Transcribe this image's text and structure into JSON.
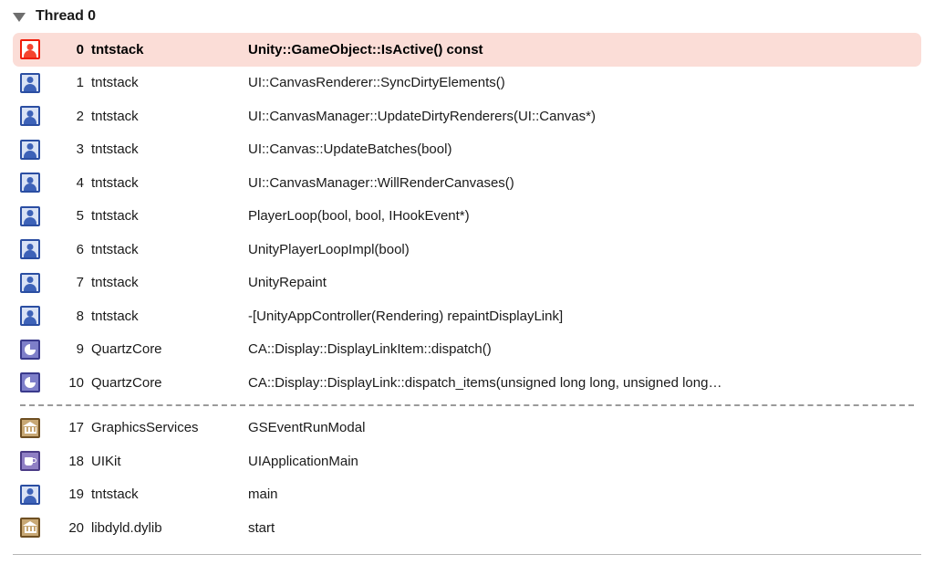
{
  "thread": {
    "disclosure_state": "expanded",
    "title": "Thread 0"
  },
  "colors": {
    "selected_row_background": "#fbddd7",
    "crashed_icon_border": "#f01d0a",
    "app_icon_border": "#2b4ea2",
    "uikit_icon_background": "#8f7fc4",
    "system_icon_background": "#c8a874",
    "separator": "#9a9a9a",
    "bottom_rule": "#b6b6b6"
  },
  "frames": [
    {
      "icon": "person-red-icon",
      "index": "0",
      "library": "tntstack",
      "function": "Unity::GameObject::IsActive() const",
      "selected": true
    },
    {
      "icon": "person-blue-icon",
      "index": "1",
      "library": "tntstack",
      "function": "UI::CanvasRenderer::SyncDirtyElements()",
      "selected": false
    },
    {
      "icon": "person-blue-icon",
      "index": "2",
      "library": "tntstack",
      "function": "UI::CanvasManager::UpdateDirtyRenderers(UI::Canvas*)",
      "selected": false
    },
    {
      "icon": "person-blue-icon",
      "index": "3",
      "library": "tntstack",
      "function": "UI::Canvas::UpdateBatches(bool)",
      "selected": false
    },
    {
      "icon": "person-blue-icon",
      "index": "4",
      "library": "tntstack",
      "function": "UI::CanvasManager::WillRenderCanvases()",
      "selected": false
    },
    {
      "icon": "person-blue-icon",
      "index": "5",
      "library": "tntstack",
      "function": "PlayerLoop(bool, bool, IHookEvent*)",
      "selected": false
    },
    {
      "icon": "person-blue-icon",
      "index": "6",
      "library": "tntstack",
      "function": "UnityPlayerLoopImpl(bool)",
      "selected": false
    },
    {
      "icon": "person-blue-icon",
      "index": "7",
      "library": "tntstack",
      "function": "UnityRepaint",
      "selected": false
    },
    {
      "icon": "person-blue-icon",
      "index": "8",
      "library": "tntstack",
      "function": "-[UnityAppController(Rendering) repaintDisplayLink]",
      "selected": false
    },
    {
      "icon": "pie-icon",
      "index": "9",
      "library": "QuartzCore",
      "function": "CA::Display::DisplayLinkItem::dispatch()",
      "selected": false
    },
    {
      "icon": "pie-icon",
      "index": "10",
      "library": "QuartzCore",
      "function": "CA::Display::DisplayLink::dispatch_items(unsigned long long, unsigned long…",
      "selected": false
    }
  ],
  "frames_after_gap": [
    {
      "icon": "bank-icon",
      "index": "17",
      "library": "GraphicsServices",
      "function": "GSEventRunModal",
      "selected": false
    },
    {
      "icon": "cup-icon",
      "index": "18",
      "library": "UIKit",
      "function": "UIApplicationMain",
      "selected": false
    },
    {
      "icon": "person-blue-icon",
      "index": "19",
      "library": "tntstack",
      "function": "main",
      "selected": false
    },
    {
      "icon": "bank-icon",
      "index": "20",
      "library": "libdyld.dylib",
      "function": "start",
      "selected": false
    }
  ]
}
